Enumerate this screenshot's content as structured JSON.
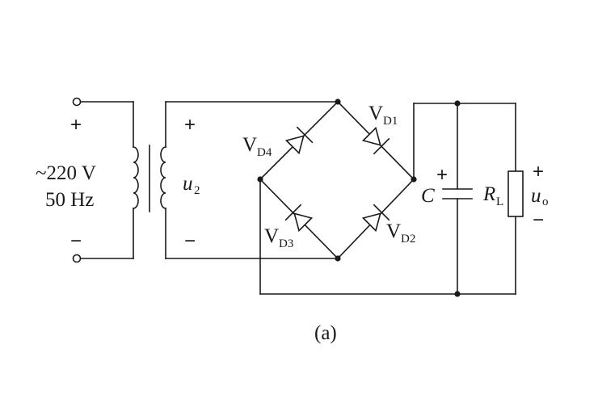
{
  "source": {
    "line1": "~220 V",
    "line2": "50 Hz",
    "plus": "+",
    "minus": "−"
  },
  "secondary": {
    "voltage": "u",
    "voltage_sub": "2",
    "plus": "+",
    "minus": "−"
  },
  "diodes": [
    {
      "id": "VD1",
      "main": "V",
      "sub": "D1"
    },
    {
      "id": "VD2",
      "main": "V",
      "sub": "D2"
    },
    {
      "id": "VD3",
      "main": "V",
      "sub": "D3"
    },
    {
      "id": "VD4",
      "main": "V",
      "sub": "D4"
    }
  ],
  "capacitor": {
    "label": "C",
    "polarity": "+"
  },
  "load": {
    "main": "R",
    "sub": "L"
  },
  "output": {
    "voltage": "u",
    "voltage_sub": "o",
    "plus": "+",
    "minus": "−"
  },
  "caption": "(a)"
}
